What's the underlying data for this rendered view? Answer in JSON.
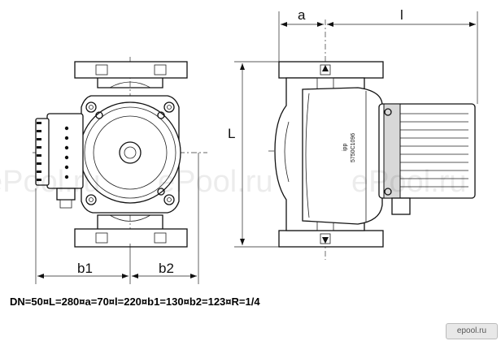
{
  "dimensions": {
    "a": "a",
    "l": "l",
    "L": "L",
    "b1": "b1",
    "b2": "b2"
  },
  "spec_line": "DN=50¤L=280¤a=70¤l=220¤b1=130¤b2=123¤R=1/4",
  "motor_label": "5750C1096",
  "brand_mark": "ipp",
  "watermark": "ePool.ru",
  "logo_text": "epool.ru"
}
